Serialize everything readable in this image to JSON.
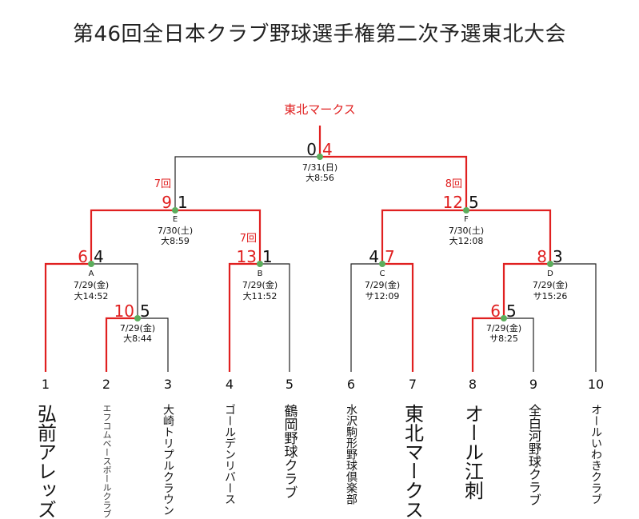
{
  "title": "第46回全日本クラブ野球選手権第二次予選東北大会",
  "champion": "東北マークス",
  "colors": {
    "winner": "#e02020",
    "line": "#222222",
    "node": "#5cad5c",
    "text": "#111111"
  },
  "teams": [
    {
      "num": "1",
      "name": "弘前アレッズ"
    },
    {
      "num": "2",
      "name": "エフコムベースボールクラブ"
    },
    {
      "num": "3",
      "name": "大崎トリプルクラウン"
    },
    {
      "num": "4",
      "name": "ゴールデンリバース"
    },
    {
      "num": "5",
      "name": "鶴岡野球クラブ"
    },
    {
      "num": "6",
      "name": "水沢駒形野球倶楽部"
    },
    {
      "num": "7",
      "name": "東北マークス"
    },
    {
      "num": "8",
      "name": "オール江刺"
    },
    {
      "num": "9",
      "name": "全白河野球クラブ"
    },
    {
      "num": "10",
      "name": "オールいわきクラブ"
    }
  ],
  "matches": {
    "r1a": {
      "id": "",
      "date": "7/29(金)",
      "time": "大8:44",
      "left_score": "10",
      "right_score": "5",
      "note": ""
    },
    "r1b": {
      "id": "",
      "date": "7/29(金)",
      "time": "サ8:25",
      "left_score": "6",
      "right_score": "5",
      "note": ""
    },
    "A": {
      "id": "A",
      "date": "7/29(金)",
      "time": "大14:52",
      "left_score": "6",
      "right_score": "4",
      "note": ""
    },
    "B": {
      "id": "B",
      "date": "7/29(金)",
      "time": "大11:52",
      "left_score": "13",
      "right_score": "1",
      "note": "7回"
    },
    "C": {
      "id": "C",
      "date": "7/29(金)",
      "time": "サ12:09",
      "left_score": "4",
      "right_score": "7",
      "note": ""
    },
    "D": {
      "id": "D",
      "date": "7/29(金)",
      "time": "サ15:26",
      "left_score": "8",
      "right_score": "3",
      "note": ""
    },
    "E": {
      "id": "E",
      "date": "7/30(土)",
      "time": "大8:59",
      "left_score": "9",
      "right_score": "1",
      "note": "7回"
    },
    "F": {
      "id": "F",
      "date": "7/30(土)",
      "time": "大12:08",
      "left_score": "12",
      "right_score": "5",
      "note": "8回"
    },
    "final": {
      "id": "",
      "date": "7/31(日)",
      "time": "大8:56",
      "left_score": "0",
      "right_score": "4",
      "note": ""
    }
  }
}
